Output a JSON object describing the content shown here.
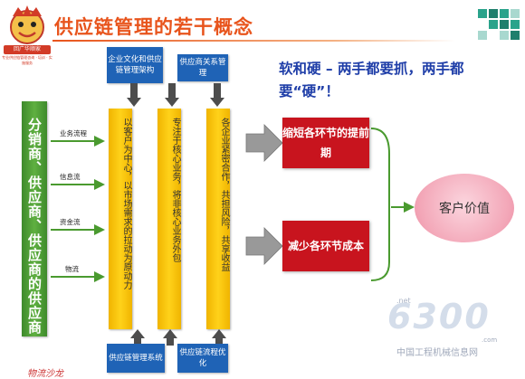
{
  "header": {
    "title": "供应链管理的若干概念",
    "logo_banner": "回广华顺家",
    "logo_tagline": "专业供应链管理咨询 · 培训 · 实施服务"
  },
  "top_boxes": [
    {
      "label": "企业文化和供应链管理架构"
    },
    {
      "label": "供应商关系管理"
    }
  ],
  "bottom_boxes": [
    {
      "label": "供应链管理系统"
    },
    {
      "label": "供应链流程优化"
    }
  ],
  "motto": "软和硬 – 两手都要抓，两手都要“硬”！",
  "left_bar": {
    "label": "分销商、供应商、供应商的供应商"
  },
  "flows": [
    {
      "label": "业务流程"
    },
    {
      "label": "信息流"
    },
    {
      "label": "资金流"
    },
    {
      "label": "物流"
    }
  ],
  "yellow_bars": [
    {
      "label": "以客户为中心，以市场需求的拉动为原动力"
    },
    {
      "label": "专注于核心业务，将非核心业务外包"
    },
    {
      "label": "各企业紧密合作，共担风险，共享收益"
    }
  ],
  "outcomes": [
    {
      "label": "缩短各环节的提前期"
    },
    {
      "label": "减少各环节成本"
    }
  ],
  "result": {
    "label": "客户价值"
  },
  "watermark": {
    "number": "6300",
    "domain": ".net",
    "name": "中国工程机械信息网",
    "suffix": ".com"
  },
  "footer_brand": "物流沙龙",
  "colors": {
    "title": "#e8541c",
    "blue_box": "#1f63b6",
    "green_bar": "#5fb041",
    "yellow_bar": "#ffd21a",
    "red_box": "#c8141e",
    "motto": "#1f3ea8",
    "circle": "#f3a7b8"
  }
}
